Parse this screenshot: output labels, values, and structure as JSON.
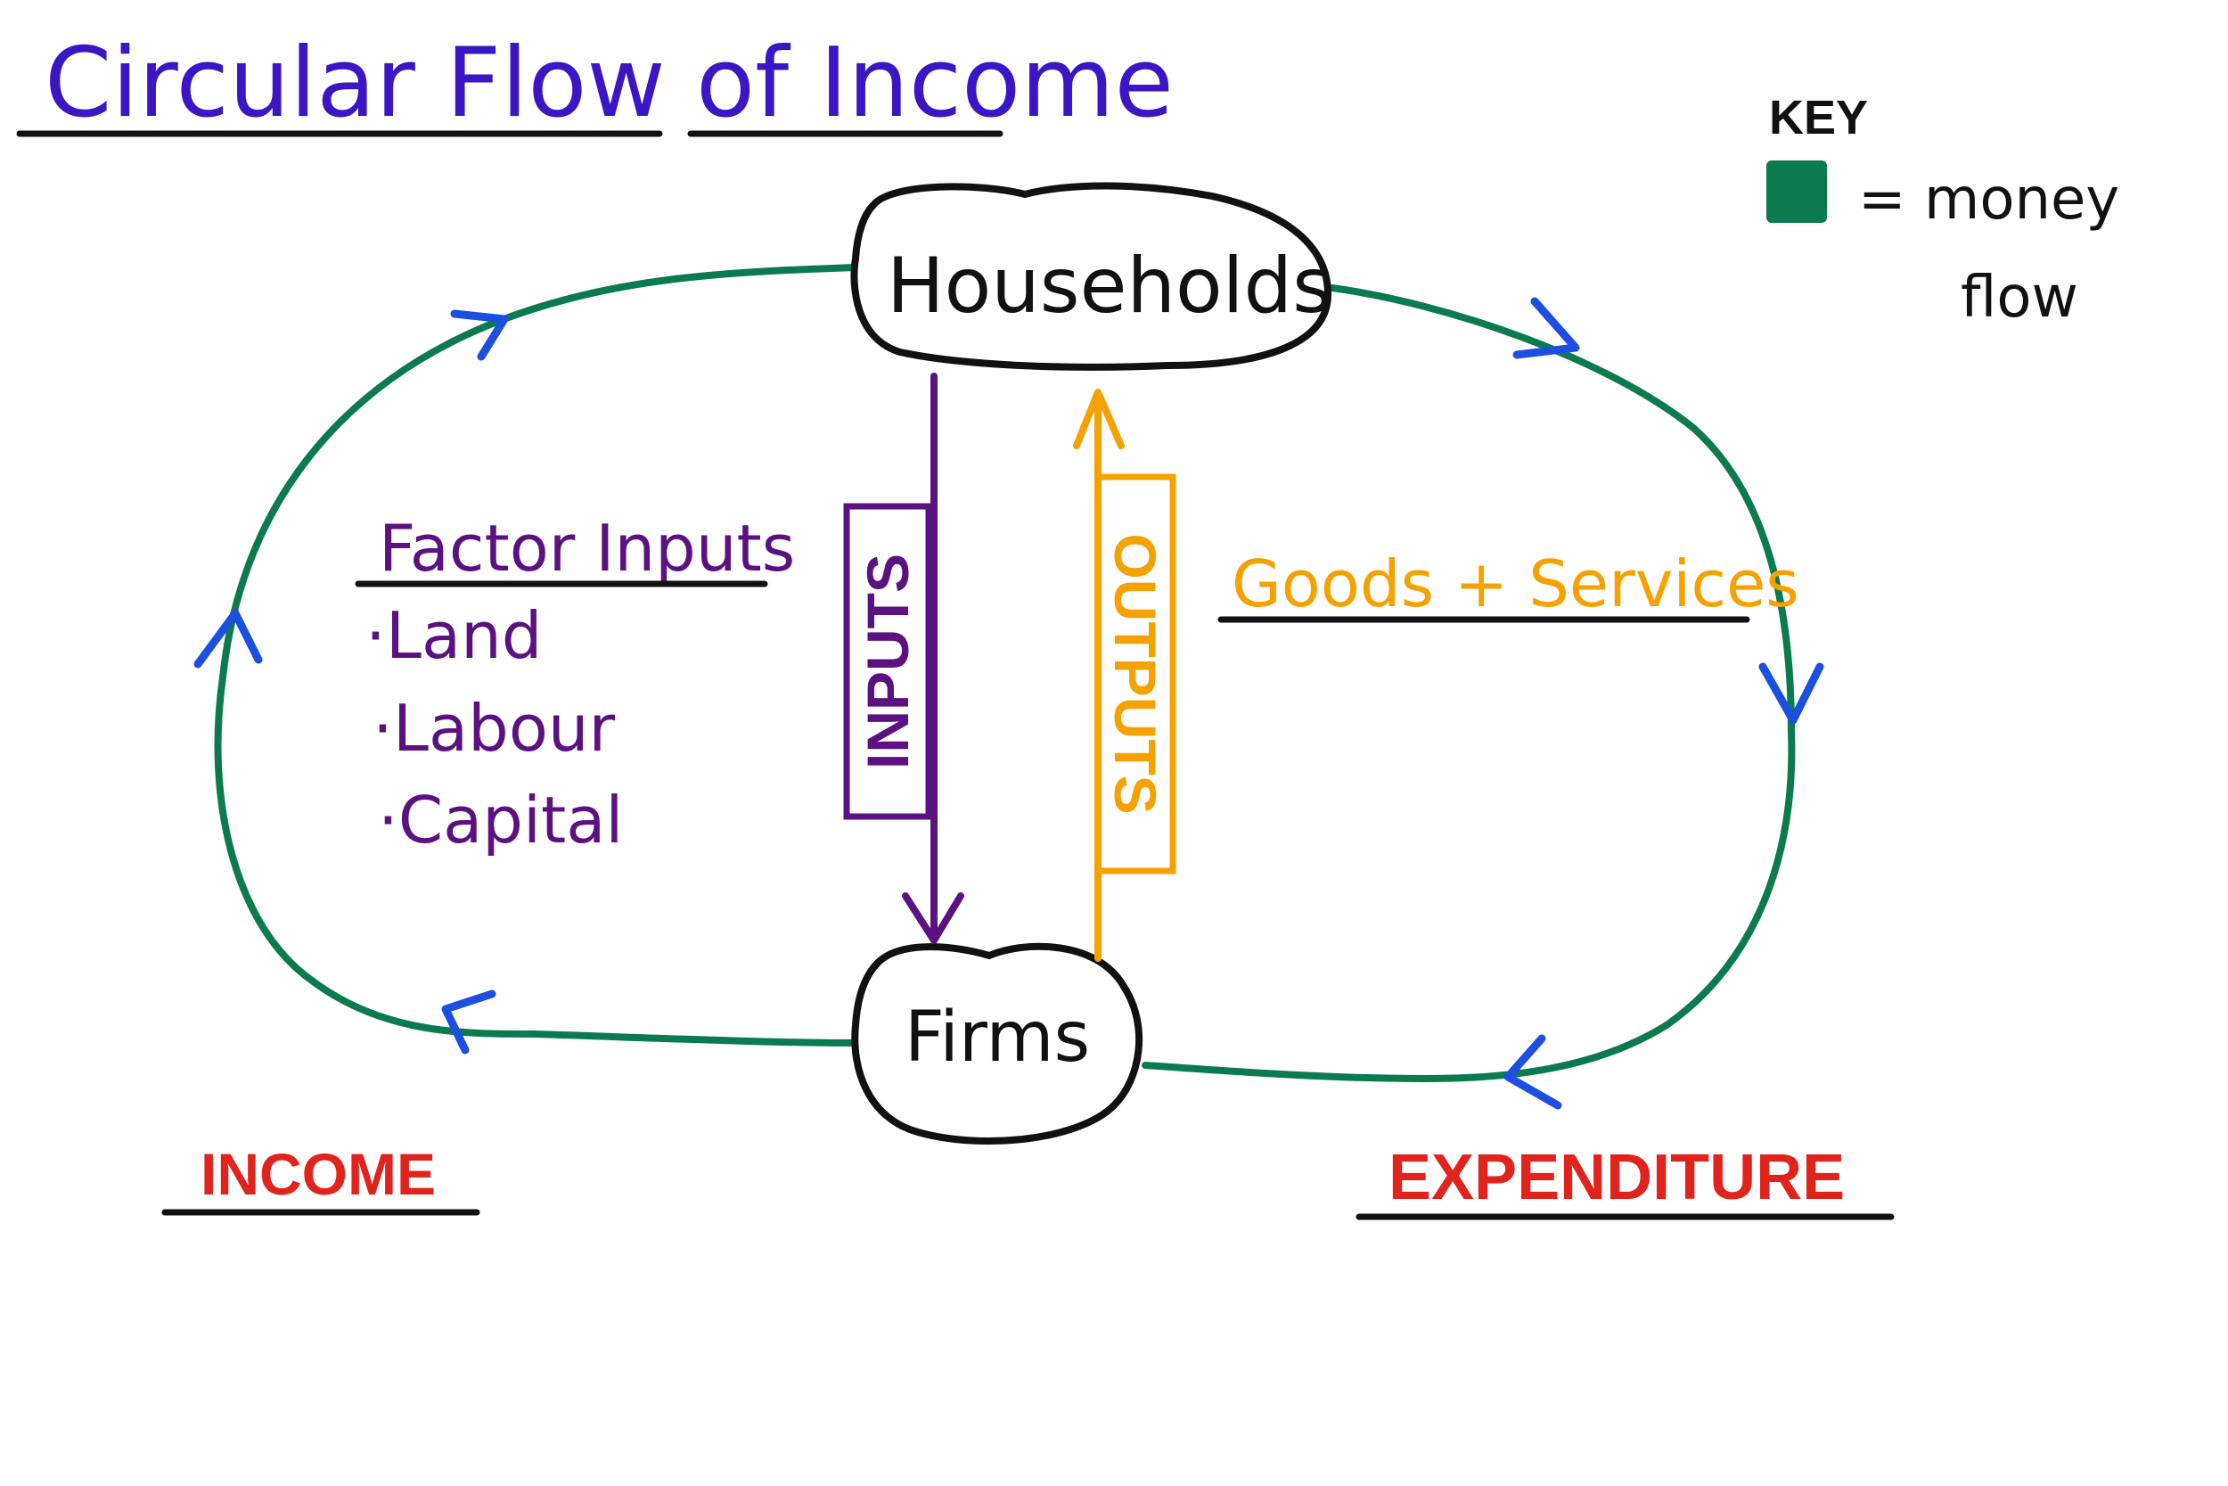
{
  "title": "Circular Flow of Income",
  "key": {
    "heading": "KEY",
    "entry_line1": "= money",
    "entry_line2": "flow",
    "swatch_color": "#0b7a4f"
  },
  "nodes": {
    "households": "Households",
    "firms": "Firms"
  },
  "factor_inputs": {
    "heading": "Factor Inputs",
    "items": [
      "·Land",
      "·Labour",
      "·Capital"
    ]
  },
  "inputs_label": "INPUTS",
  "outputs_label": "OUTPUTS",
  "goods_services": "Goods + Services",
  "income_label": "INCOME",
  "expenditure_label": "EXPENDITURE",
  "colors": {
    "title": "#3a16c4",
    "money_flow": "#0b7a4f",
    "direction_arrow": "#1c4fe0",
    "inputs": "#5c1180",
    "outputs": "#f5a200",
    "labels_red": "#e0231c",
    "ink": "#111111"
  }
}
